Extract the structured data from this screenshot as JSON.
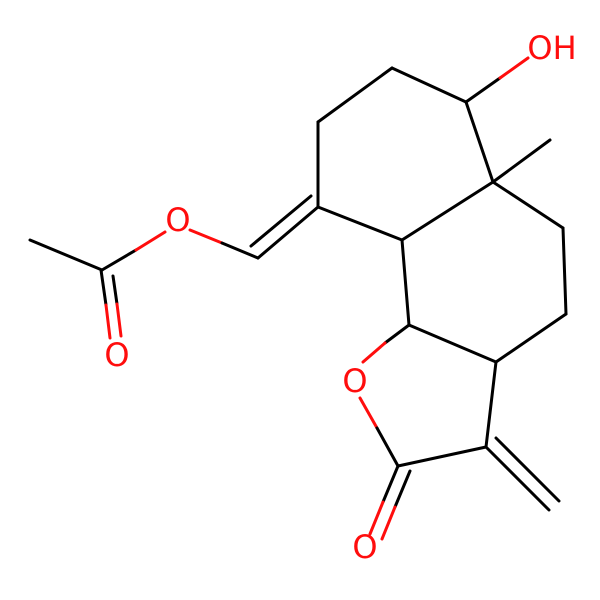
{
  "colors": {
    "carbon_bond": "#000000",
    "oxygen": "#ff0d0d",
    "background": "#ffffff"
  },
  "labels": {
    "hydroxyl": "OH",
    "ether_oxygen": "O",
    "ring_oxygen": "O",
    "acetyl_carbonyl_oxygen": "O",
    "lactone_carbonyl_oxygen": "O"
  }
}
